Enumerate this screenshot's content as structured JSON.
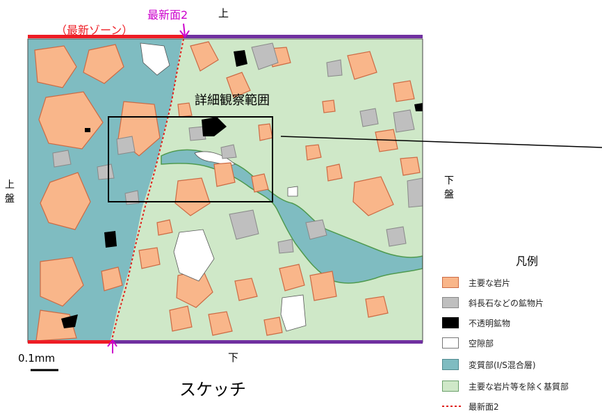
{
  "labels": {
    "latest_zone": "（最新ゾーン）",
    "latest_surface": "最新面2",
    "top": "上",
    "bottom": "下",
    "hanging_wall": "上盤",
    "footwall": "下盤",
    "detail_area": "詳細観察範囲",
    "scale": "0.1mm",
    "sketch_title": "スケッチ"
  },
  "legend": {
    "title": "凡例",
    "items": [
      {
        "label": "主要な岩片",
        "color": "#f9b68a"
      },
      {
        "label": "斜長石などの鉱物片",
        "color": "#bfbfbf"
      },
      {
        "label": "不透明鉱物",
        "color": "#000000"
      },
      {
        "label": "空隙部",
        "color": "#ffffff"
      },
      {
        "label": "変質部(I/S混合層)",
        "color": "#7fbcc1"
      },
      {
        "label": "主要な岩片等を除く基質部",
        "color": "#cfe8c8"
      }
    ],
    "line_label": "最新面2",
    "line_color": "#e0201c"
  },
  "colors": {
    "latest_zone_bar": "#ee1c24",
    "purple_bar": "#7030a0",
    "marker_magenta": "#cc00cc"
  }
}
